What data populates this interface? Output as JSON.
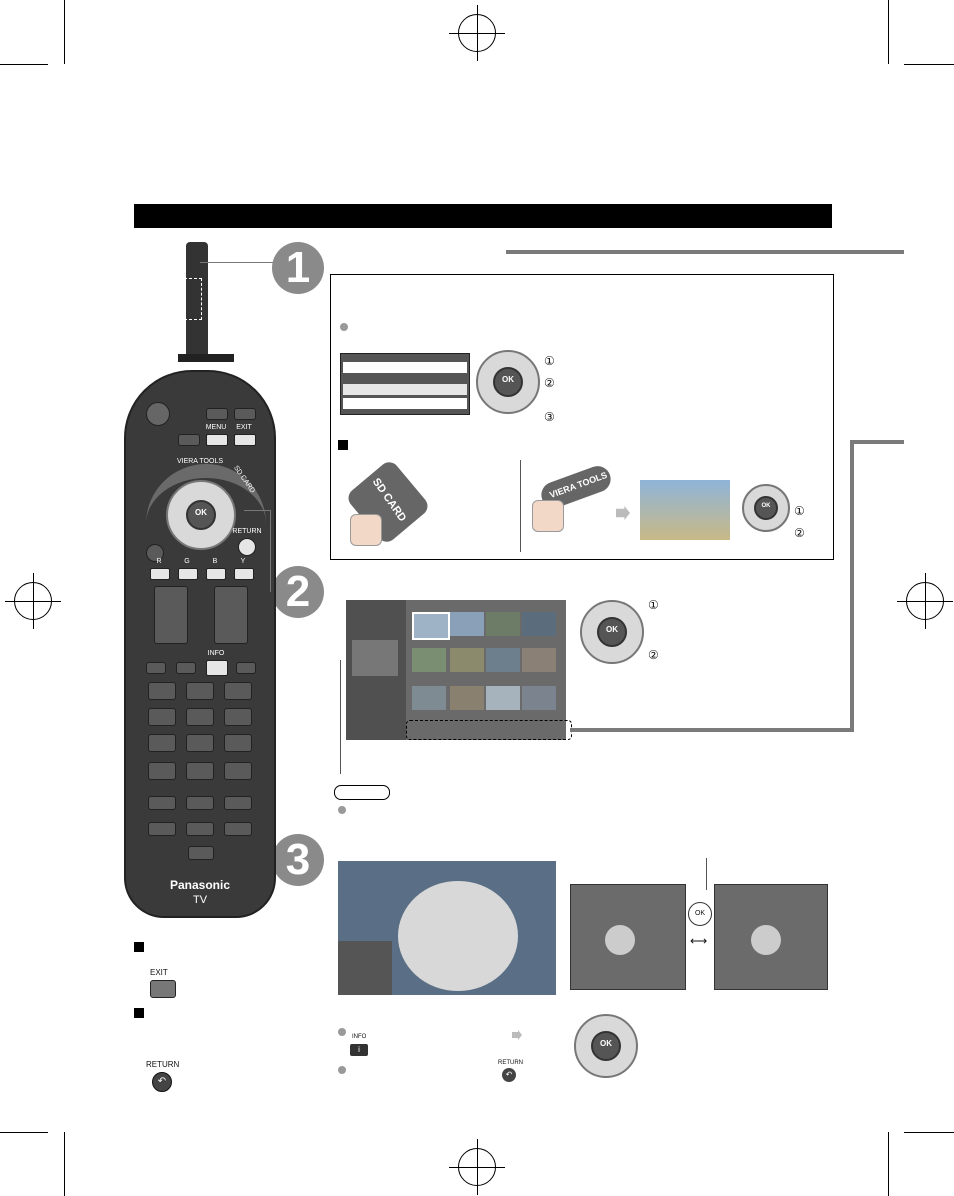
{
  "remote": {
    "brand": "Panasonic",
    "model": "TV",
    "menu_label": "MENU",
    "exit_label": "EXIT",
    "viera_tools_label": "VIERA TOOLS",
    "sd_card_label": "SD CARD",
    "return_label": "RETURN",
    "ok_label": "OK",
    "info_label": "INFO",
    "color_buttons": [
      "R",
      "G",
      "B",
      "Y"
    ]
  },
  "steps": {
    "step1_number": "1",
    "step2_number": "2",
    "step3_number": "3"
  },
  "dpad": {
    "ok_label": "OK",
    "markers": [
      "①",
      "②",
      "③"
    ]
  },
  "sd_card_button_label": "SD CARD",
  "viera_tools_button_label": "VIERA TOOLS",
  "exit_button_label": "EXIT",
  "return_button_label": "RETURN",
  "info_button_label": "INFO",
  "info_icon": "i",
  "step3_ok_label": "OK",
  "colors": {
    "header_bar": "#000000",
    "step_circle": "#8a8a8a",
    "accent_rule": "#7a7a7a",
    "remote_body": "#3a3a3a"
  }
}
